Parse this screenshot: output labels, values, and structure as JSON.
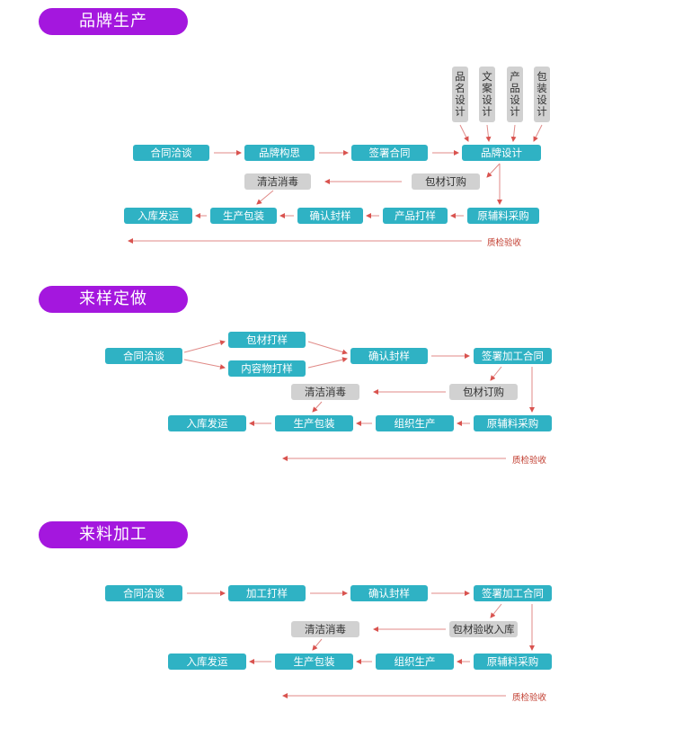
{
  "colors": {
    "pill": "#a417de",
    "teal_node": "#2fb2c4",
    "gray_node": "#d1d1d1",
    "arrow": "#d9534f"
  },
  "sections": [
    {
      "title": "品牌生产",
      "nodes": {
        "n1": "合同洽谈",
        "n2": "品牌构思",
        "n3": "签署合同",
        "n4": "品牌设计",
        "v1": "品名设计",
        "v2": "文案设计",
        "v3": "产品设计",
        "v4": "包装设计",
        "g1": "包材订购",
        "g2": "清洁消毒",
        "b1": "原辅料采购",
        "b2": "产品打样",
        "b3": "确认封样",
        "b4": "生产包装",
        "b5": "入库发运"
      },
      "qc": "质检验收"
    },
    {
      "title": "来样定做",
      "nodes": {
        "n1": "合同洽谈",
        "n2a": "包材打样",
        "n2b": "内容物打样",
        "n3": "确认封样",
        "n4": "签署加工合同",
        "g1": "包材订购",
        "g2": "清洁消毒",
        "b1": "原辅料采购",
        "b2": "组织生产",
        "b3": "生产包装",
        "b4": "入库发运"
      },
      "qc": "质检验收"
    },
    {
      "title": "来料加工",
      "nodes": {
        "n1": "合同洽谈",
        "n2": "加工打样",
        "n3": "确认封样",
        "n4": "签署加工合同",
        "g1": "包材验收入库",
        "g2": "清洁消毒",
        "b1": "原辅料采购",
        "b2": "组织生产",
        "b3": "生产包装",
        "b4": "入库发运"
      },
      "qc": "质检验收"
    }
  ]
}
